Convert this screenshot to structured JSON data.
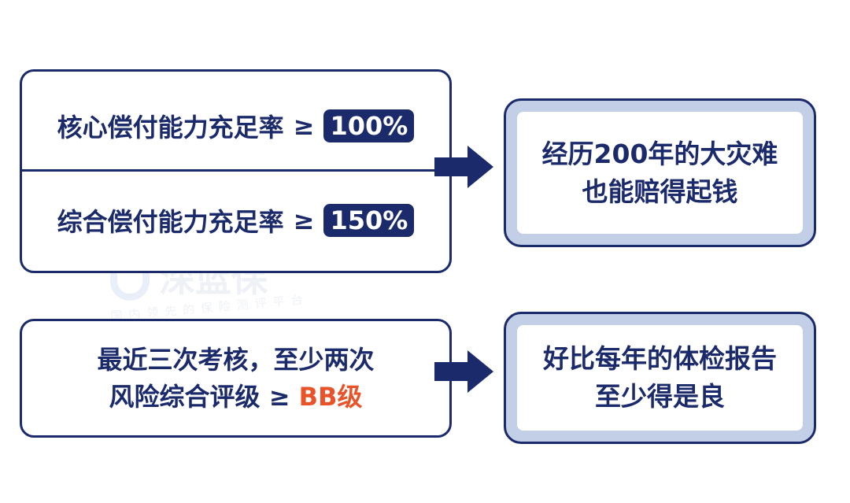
{
  "left_top": {
    "row1": {
      "label": "核心偿付能力充足率",
      "symbol": "≥",
      "value": "100%"
    },
    "row2": {
      "label": "综合偿付能力充足率",
      "symbol": "≥",
      "value": "150%"
    }
  },
  "right_top": {
    "line1": "经历200年的大灾难",
    "line2": "也能赔得起钱"
  },
  "left_bottom": {
    "line1": "最近三次考核，至少两次",
    "line2_prefix": "风险综合评级 ≥ ",
    "line2_highlight": "BB级"
  },
  "right_bottom": {
    "line1": "好比每年的体检报告",
    "line2": "至少得是良"
  },
  "watermark": {
    "brand": "深蓝保",
    "tagline": "国内领先的保险测评平台"
  },
  "colors": {
    "navy": "#1b2a6b",
    "light_blue": "#c3cfe6",
    "orange": "#e8532a"
  }
}
